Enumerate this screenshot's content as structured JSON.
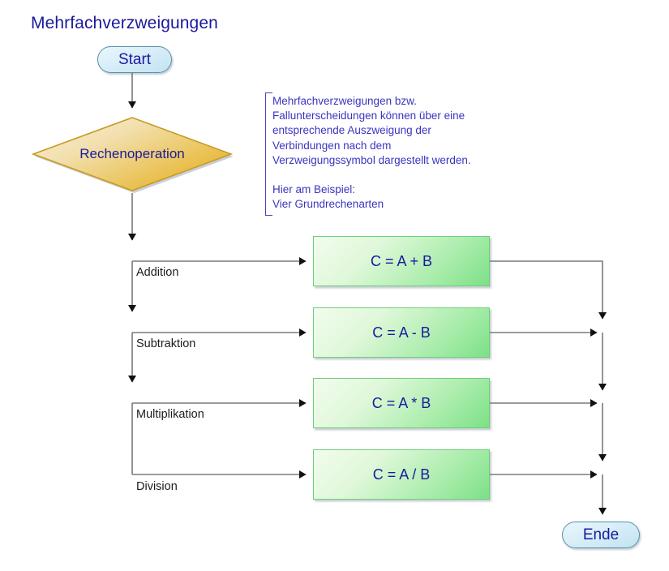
{
  "title": "Mehrfachverzweigungen",
  "colors": {
    "title_text": "#1a1a9c",
    "terminator_fill": "#d8eef8",
    "terminator_border": "#5a8fa8",
    "decision_fill_light": "#f6e8c2",
    "decision_fill_dark": "#e8b63a",
    "decision_border": "#c89a22",
    "process_fill_light": "#eefbe9",
    "process_fill_dark": "#7ce087",
    "process_border": "#6fcf7a",
    "connector": "#7a7a7a",
    "arrowhead": "#111111",
    "note_text": "#3a35c0",
    "branch_label_text": "#1c1c1c"
  },
  "nodes": {
    "start": {
      "label": "Start",
      "type": "terminator"
    },
    "decision": {
      "label": "Rechenoperation",
      "type": "decision"
    },
    "ende": {
      "label": "Ende",
      "type": "terminator"
    }
  },
  "branches": [
    {
      "label": "Addition",
      "process": "C = A + B"
    },
    {
      "label": "Subtraktion",
      "process": "C = A - B"
    },
    {
      "label": "Multiplikation",
      "process": "C = A * B"
    },
    {
      "label": "Division",
      "process": "C = A / B"
    }
  ],
  "note": {
    "paragraph1": "Mehrfachverzweigungen bzw.\nFallunterscheidungen können über eine\nentsprechende Auszweigung der\nVerbindungen nach dem\nVerzweigungssymbol dargestellt werden.",
    "paragraph2": "Hier am Beispiel:\nVier Grundrechenarten",
    "full": "Mehrfachverzweigungen bzw.\nFallunterscheidungen können über eine\nentsprechende Auszweigung der\nVerbindungen nach dem\nVerzweigungssymbol dargestellt werden.\n\nHier am Beispiel:\nVier Grundrechenarten"
  }
}
